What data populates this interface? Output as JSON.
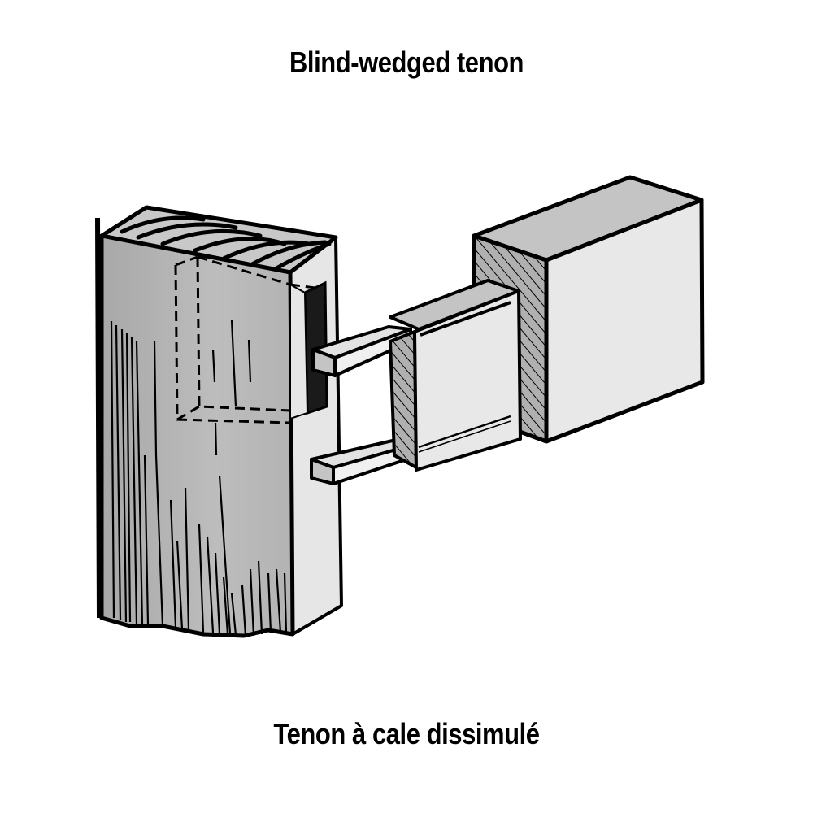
{
  "title": "Blind-wedged tenon",
  "subtitle": "Tenon à cale dissimulé",
  "illustration": {
    "subject": "blind-wedged tenon joint",
    "parts": [
      "mortised post",
      "tenoned rail",
      "upper wedge",
      "lower wedge"
    ],
    "colors": {
      "outline": "#000000",
      "post_face": "#b8b8b8",
      "post_side": "#e6e6e6",
      "rail_face": "#e8e8e8",
      "rail_top": "#c4c4c4",
      "endgrain": "#b0b0b0",
      "mortise_shadow": "#1a1a1a",
      "background": "#ffffff"
    }
  }
}
